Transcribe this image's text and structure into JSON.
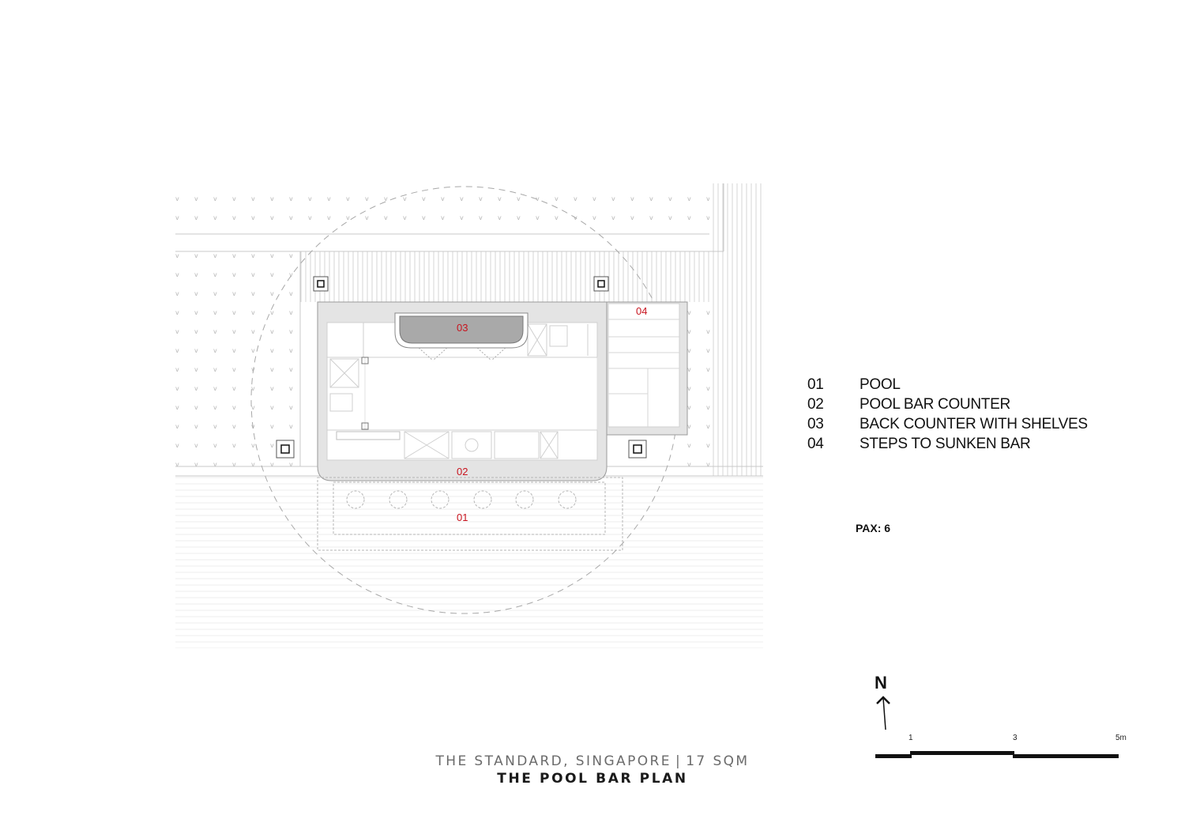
{
  "plan_labels": {
    "pool": "01",
    "counter": "02",
    "back_counter": "03",
    "steps": "04"
  },
  "legend": [
    {
      "code": "01",
      "text": "POOL"
    },
    {
      "code": "02",
      "text": "POOL BAR COUNTER"
    },
    {
      "code": "03",
      "text": "BACK COUNTER WITH SHELVES"
    },
    {
      "code": "04",
      "text": "STEPS TO SUNKEN BAR"
    }
  ],
  "pax": "PAX: 6",
  "north_label": "N",
  "scale_bar": {
    "ticks": [
      "1",
      "3",
      "5m"
    ]
  },
  "title": {
    "project": "THE STANDARD, SINGAPORE",
    "separator": "|",
    "area": "17 SQM",
    "subtitle": "THE POOL BAR PLAN"
  },
  "colors": {
    "label_red": "#c8141e",
    "line_grey": "#bdbdbd",
    "counter_fill": "#e4e4e4",
    "back_counter_fill": "#a9a9a9"
  }
}
